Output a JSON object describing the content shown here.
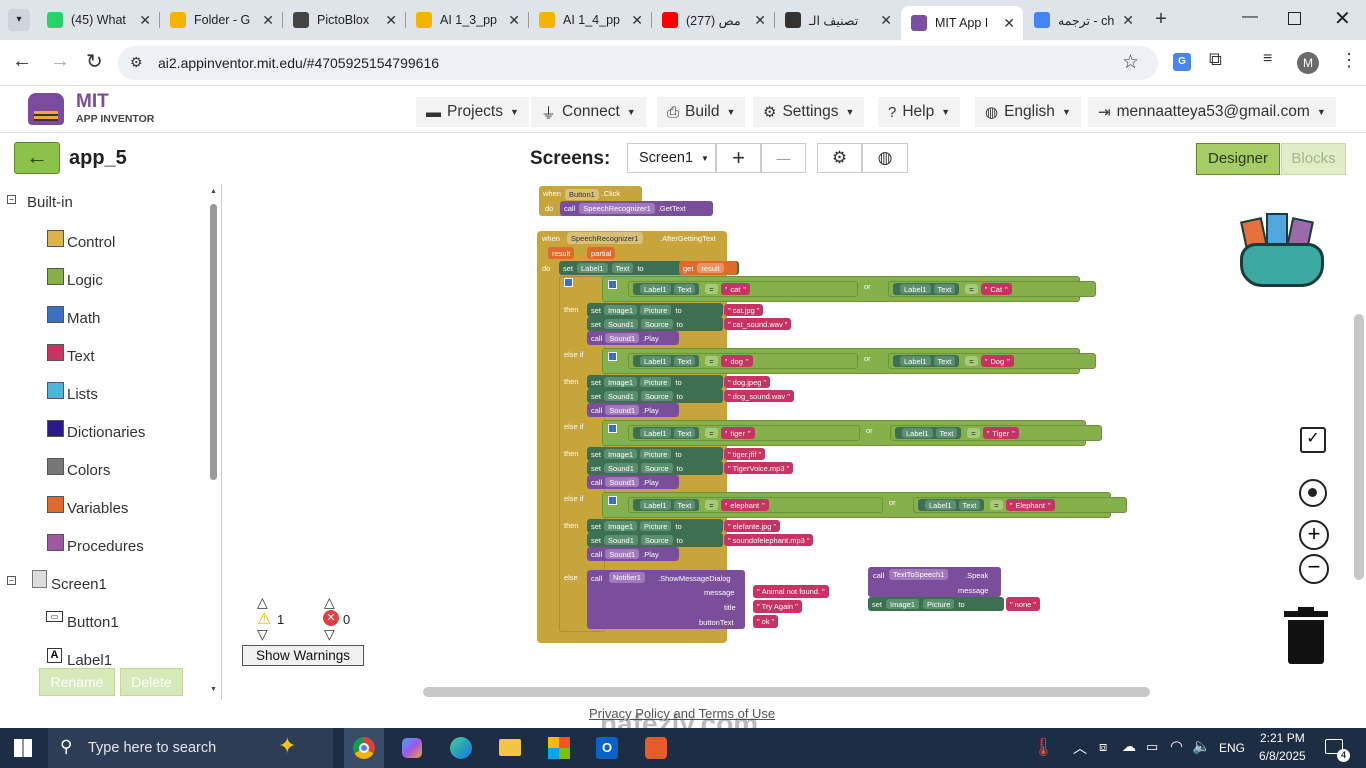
{
  "browser": {
    "tabs": [
      {
        "title": "(45) What",
        "icon": "whatsapp-icon",
        "color": "#25d366"
      },
      {
        "title": "Folder - G",
        "icon": "google-drive-icon",
        "color": "#f4b400"
      },
      {
        "title": "PictoBlox",
        "icon": "pictoblox-icon",
        "color": "#444444"
      },
      {
        "title": "AI 1_3_pp",
        "icon": "slides-icon",
        "color": "#f4b400"
      },
      {
        "title": "AI 1_4_pp",
        "icon": "slides-icon",
        "color": "#f4b400"
      },
      {
        "title": "(277) مص",
        "icon": "youtube-icon",
        "color": "#ff0000"
      },
      {
        "title": "تصنيف الـ",
        "icon": "openai-icon",
        "color": "#333333"
      },
      {
        "title": "MIT App I",
        "icon": "mit-app-inventor-icon",
        "color": "#7a4ea0"
      },
      {
        "title": "ترجمه - ch",
        "icon": "google-icon",
        "color": "#4285f4"
      }
    ],
    "url": "ai2.appinventor.mit.edu/#4705925154799616",
    "profile_initial": "M"
  },
  "app": {
    "logo_title": "MIT",
    "logo_subtitle": "APP INVENTOR",
    "menu": [
      "Projects",
      "Connect",
      "Build",
      "Settings",
      "Help",
      "English",
      "mennaatteya53@gmail.com"
    ],
    "project_name": "app_5",
    "screens_label": "Screens:",
    "screen_selected": "Screen1",
    "add_label": "+",
    "remove_label": "—",
    "designer_label": "Designer",
    "blocks_label": "Blocks"
  },
  "palette": {
    "builtin_label": "Built-in",
    "categories": [
      {
        "label": "Control",
        "color": "#dcb24b"
      },
      {
        "label": "Logic",
        "color": "#85b04a"
      },
      {
        "label": "Math",
        "color": "#3b6fbf"
      },
      {
        "label": "Text",
        "color": "#c73463"
      },
      {
        "label": "Lists",
        "color": "#4fb4d8"
      },
      {
        "label": "Dictionaries",
        "color": "#2d1a8a"
      },
      {
        "label": "Colors",
        "color": "#777777"
      },
      {
        "label": "Variables",
        "color": "#e06a2c"
      },
      {
        "label": "Procedures",
        "color": "#9b5a9e"
      }
    ],
    "screen_label": "Screen1",
    "components": [
      "Button1",
      "Label1"
    ],
    "rename_label": "Rename",
    "delete_label": "Delete"
  },
  "warnings": {
    "warning_count": "1",
    "error_count": "0",
    "show_label": "Show Warnings"
  },
  "blocks": {
    "click": {
      "when": "when",
      "component": "Button1",
      "event": ".Click",
      "do": "do",
      "call": "call",
      "target": "SpeechRecognizer1",
      "method": ".GetText"
    },
    "after": {
      "when": "when",
      "component": "SpeechRecognizer1",
      "event": ".AfterGettingText",
      "p1": "result",
      "p2": "partial",
      "do": "do",
      "set": "set",
      "label": "Label1",
      "prop": "Text",
      "to": "to",
      "get": "get",
      "getvar": "result"
    },
    "branches": [
      {
        "kw": "if",
        "lower": "cat",
        "upper": "Cat",
        "picture": "cat.jpg",
        "sound": "cat_sound.wav"
      },
      {
        "kw": "else if",
        "lower": "dog",
        "upper": "Dog",
        "picture": "dog.jpeg",
        "sound": "dog_sound.wav"
      },
      {
        "kw": "else if",
        "lower": "tiger",
        "upper": "Tiger",
        "picture": "tiger.jfif",
        "sound": "TigerVoice.mp3"
      },
      {
        "kw": "else if",
        "lower": "elephant",
        "upper": "Elephant",
        "picture": "elefante.jpg",
        "sound": "soundofelephant.mp3"
      }
    ],
    "common": {
      "label": "Label1",
      "text": "Text",
      "eq": "=",
      "or": "or",
      "then": "then",
      "set": "set",
      "image": "Image1",
      "picture": "Picture",
      "to": "to",
      "sound": "Sound1",
      "source": "Source",
      "call": "call",
      "play": ".Play",
      "else": "else"
    },
    "notifier": {
      "call": "call",
      "component": "Notifier1",
      "method": ".ShowMessageDialog",
      "message_label": "message",
      "message": "Animal not found.",
      "title_label": "title",
      "title": "Try Again",
      "button_label": "buttonText",
      "button": "ok"
    },
    "tts": {
      "call": "call",
      "component": "TextToSpeech1",
      "method": ".Speak",
      "message_label": "message",
      "set": "set",
      "image": "Image1",
      "picture": "Picture",
      "to": "to",
      "value": "none"
    }
  },
  "footer": {
    "text": "Privacy Policy and Terms of Use",
    "watermark": "nafezly.com"
  },
  "taskbar": {
    "search_placeholder": "Type here to search",
    "language": "ENG",
    "time": "2:21 PM",
    "date": "6/8/2025",
    "notifications": "4"
  }
}
